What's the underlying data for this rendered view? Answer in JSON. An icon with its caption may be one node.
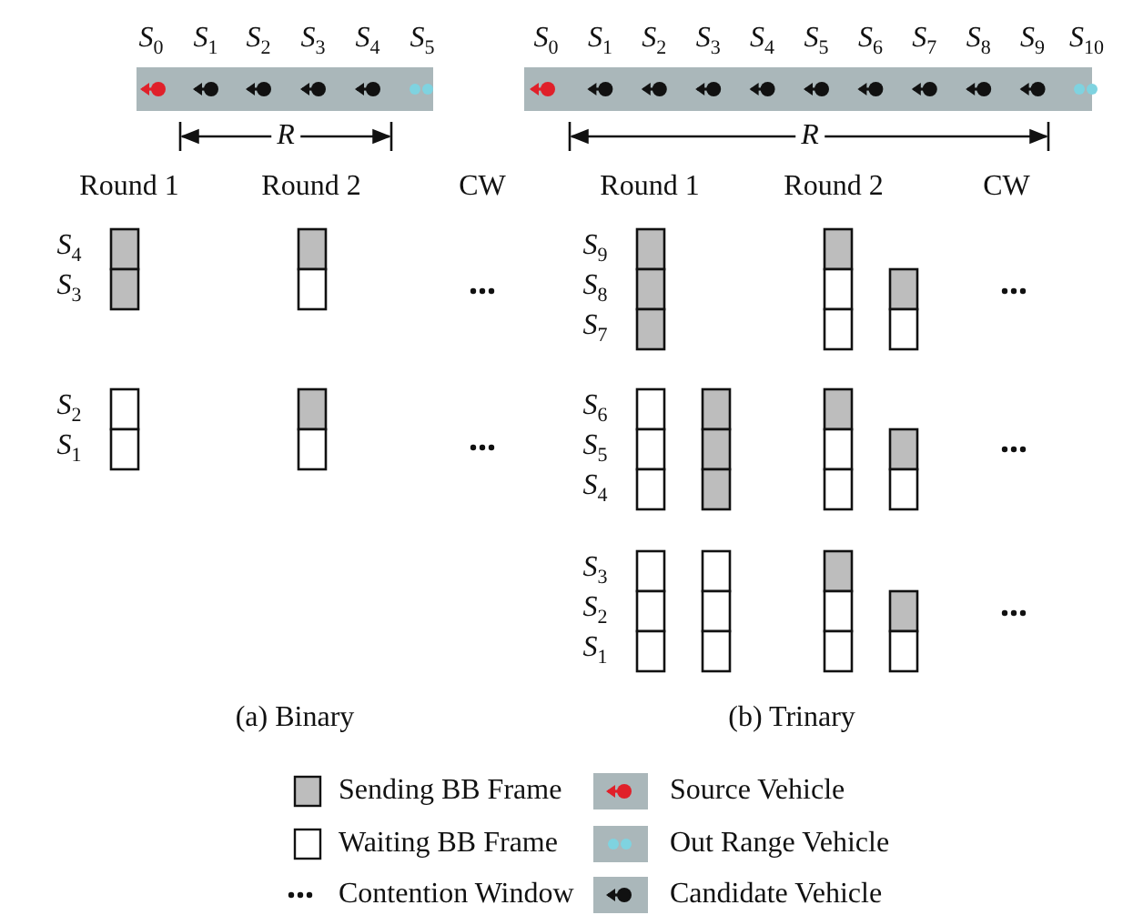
{
  "diagram": {
    "labels": [
      "S$_{0}$",
      "S$_{1}$",
      "S$_{2}$",
      "S$_{3}$",
      "S$_{4}$",
      "S$_{5}$",
      "S$_{0}$",
      "S$_{1}$",
      "S$_{2}$",
      "S$_{3}$",
      "S$_{4}$",
      "S$_{5}$",
      "S$_{6}$",
      "S$_{7}$",
      "S$_{8}$",
      "S$_{9}$",
      "S$_{10}$",
      "R",
      "R",
      "Round 1",
      "Round 2",
      "CW",
      "Round 1",
      "Round 2",
      "CW",
      "S$_{4}$",
      "S$_{3}$",
      "S$_{2}$",
      "S$_{1}$",
      "S$_{9}$",
      "S$_{8}$",
      "S$_{7}$",
      "S$_{6}$",
      "S$_{5}$",
      "S$_{4}$",
      "S$_{3}$",
      "S$_{2}$",
      "S$_{1}$",
      "(a)  Binary",
      "(b)  Trinary"
    ],
    "legend": [
      {
        "text": "Sending BB Frame",
        "color": "#bdbdbd"
      },
      {
        "text": "Waiting BB Frame",
        "color": "#ffffff"
      },
      {
        "text": "Contention Window"
      },
      {
        "text": "Source Vehicle"
      },
      {
        "text": "Out Range Vehicle"
      },
      {
        "text": "Candidate Vehicle"
      }
    ]
  }
}
